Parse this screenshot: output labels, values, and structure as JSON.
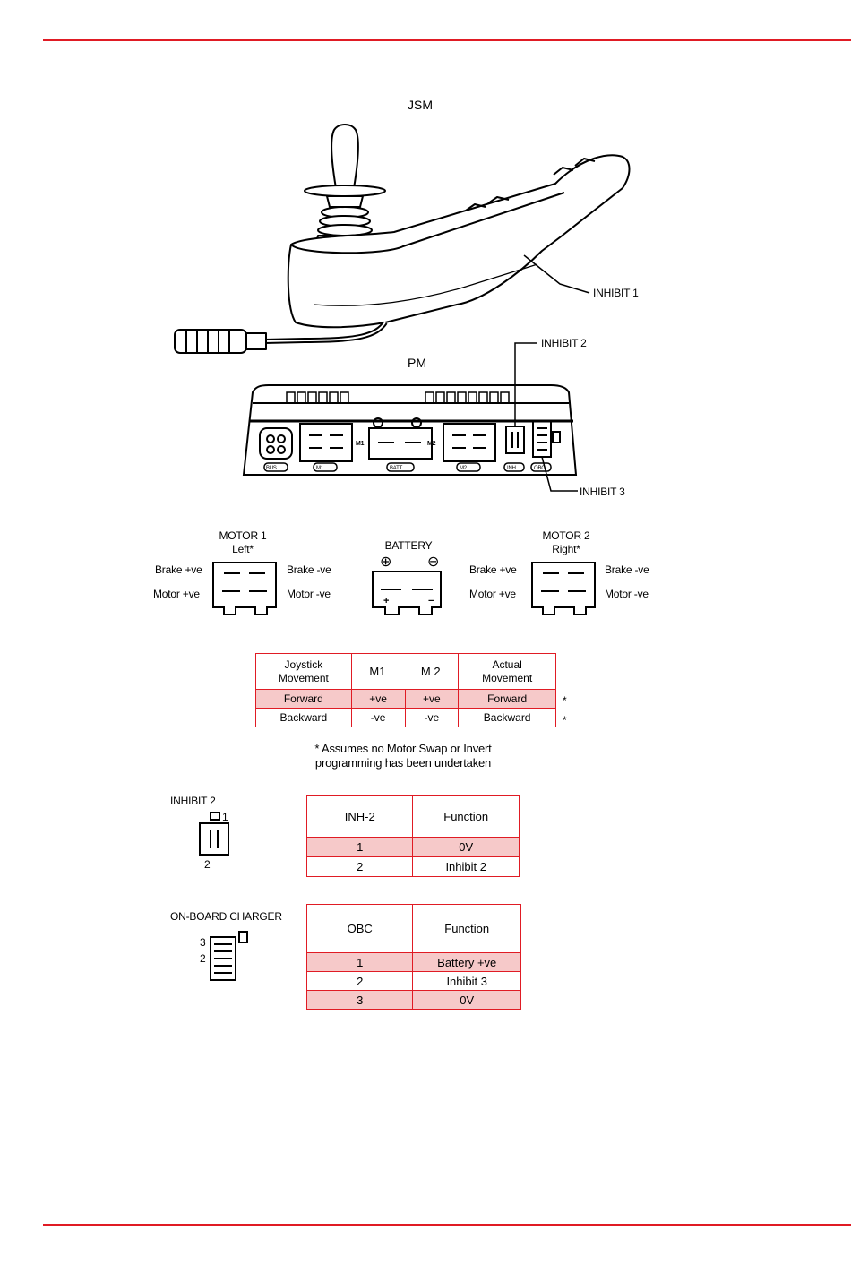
{
  "labels": {
    "jsm": "JSM",
    "pm": "PM",
    "inhibit1": "INHIBIT 1",
    "inhibit2": "INHIBIT 2",
    "inhibit3": "INHIBIT 3"
  },
  "pm_ports": [
    "BUS",
    "M1",
    "BATT",
    "M2",
    "INH",
    "OBC"
  ],
  "pm_side_labels": {
    "m1": "M1",
    "m2": "M2"
  },
  "motor1": {
    "title": "MOTOR 1",
    "subtitle": "Left*"
  },
  "motor2": {
    "title": "MOTOR 2",
    "subtitle": "Right*"
  },
  "battery": {
    "title": "BATTERY",
    "plus": "⊕",
    "minus": "⊖",
    "plus_sign": "+",
    "minus_sign": "−"
  },
  "pin_labels": {
    "brake_pos": "Brake +ve",
    "brake_neg": "Brake -ve",
    "motor_pos": "Motor +ve",
    "motor_neg": "Motor -ve"
  },
  "movement_table": {
    "headers": {
      "joystick": "Joystick\nMovement",
      "m1": "M1",
      "m2": "M 2",
      "actual": "Actual\nMovement"
    },
    "rows": [
      {
        "joystick": "Forward",
        "m1": "+ve",
        "m2": "+ve",
        "actual": "Forward",
        "mark": "*"
      },
      {
        "joystick": "Backward",
        "m1": "-ve",
        "m2": "-ve",
        "actual": "Backward",
        "mark": "*"
      }
    ]
  },
  "footnote": "* Assumes no Motor Swap or Invert\nprogramming has been undertaken",
  "inhibit2_block": {
    "title": "INHIBIT 2",
    "pin_top": "1",
    "pin_bottom": "2",
    "headers": [
      "INH-2",
      "Function"
    ],
    "rows": [
      [
        "1",
        "0V"
      ],
      [
        "2",
        "Inhibit 2"
      ]
    ]
  },
  "obc_block": {
    "title": "ON-BOARD CHARGER",
    "pin_3": "3",
    "pin_2": "2",
    "headers": [
      "OBC",
      "Function"
    ],
    "rows": [
      [
        "1",
        "Battery +ve"
      ],
      [
        "2",
        "Inhibit 3"
      ],
      [
        "3",
        "0V"
      ]
    ]
  },
  "colors": {
    "accent": "#e01b24",
    "row_highlight": "#f6c9c9"
  }
}
